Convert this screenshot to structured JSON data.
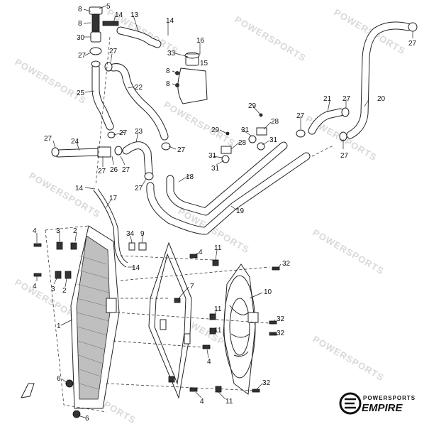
{
  "watermark": {
    "text": "POWERSPORTS"
  },
  "brand": {
    "line1": "POWERSPORTS",
    "line2": "EMPIRE",
    "logo": "empire-logo-icon"
  },
  "callouts": {
    "c8a": "8",
    "c5": "5",
    "c14a": "14",
    "c13": "13",
    "c8b": "8",
    "c30": "30",
    "c14b": "14",
    "c27a": "27",
    "c27b": "27",
    "c16": "16",
    "c33": "33",
    "c15": "15",
    "c8c": "8",
    "c8d": "8",
    "c25": "25",
    "c22": "22",
    "c27c": "27",
    "c29a": "29",
    "c28a": "28",
    "c21": "21",
    "c27d": "27",
    "c20": "20",
    "c27e": "27",
    "c27f": "27",
    "c24": "24",
    "c23": "23",
    "c29b": "29",
    "c31a": "31",
    "c28b": "28",
    "c31b": "31",
    "c31c": "31",
    "c27g": "27",
    "c31d": "31",
    "c27h": "27",
    "c27i": "27",
    "c26": "26",
    "c27j": "27",
    "c18": "18",
    "c14c": "14",
    "c27k": "27",
    "c17": "17",
    "c19": "19",
    "c4a": "4",
    "c3a": "3",
    "c2a": "2",
    "c34": "34",
    "c9": "9",
    "c4b": "4",
    "c11a": "11",
    "c14d": "14",
    "c32a": "32",
    "c4c": "4",
    "c3b": "3",
    "c2b": "2",
    "c7": "7",
    "c10": "10",
    "c1": "1",
    "c11b": "11",
    "c11c": "11",
    "c32b": "32",
    "c32c": "32",
    "c4d": "4",
    "c6a": "6",
    "c32d": "32",
    "c11d": "11",
    "c4e": "4",
    "c6b": "6",
    "c27l": "27"
  }
}
